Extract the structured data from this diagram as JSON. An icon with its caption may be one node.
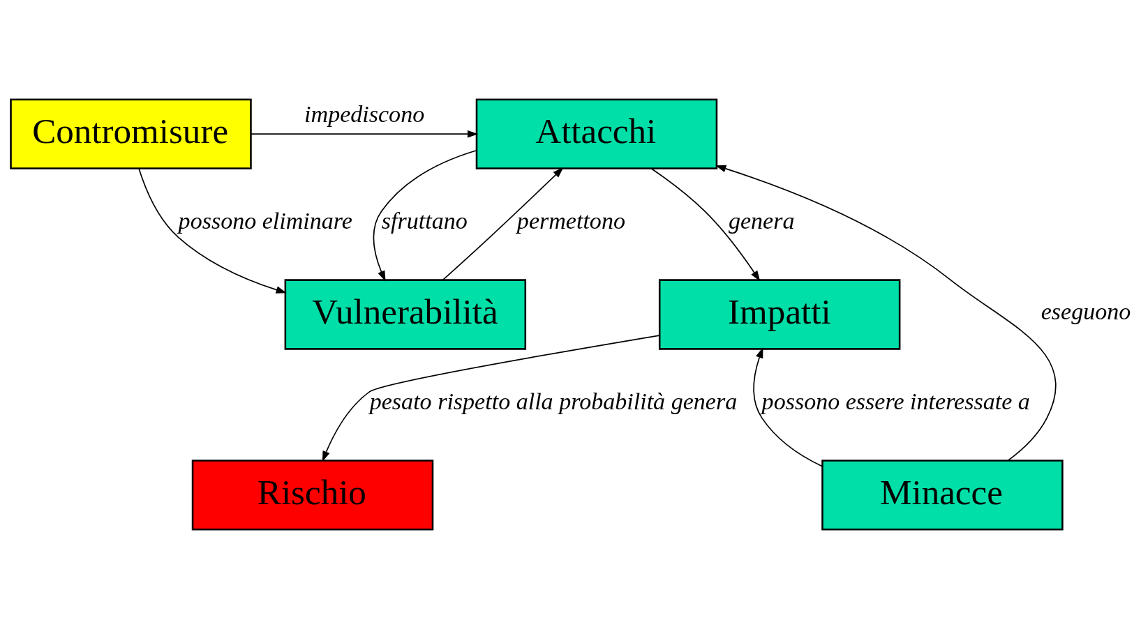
{
  "diagram": {
    "nodes": [
      {
        "text": [
          "Contromisure"
        ]
      },
      {
        "text": [
          "Attacchi"
        ]
      },
      {
        "text": [
          "Vulnerabilità"
        ]
      },
      {
        "text": [
          "Impatti"
        ]
      },
      {
        "text": [
          "Minacce"
        ]
      },
      {
        "text": [
          "Rischio"
        ]
      }
    ],
    "edges": [
      {
        "from": 0,
        "to": 1,
        "arrow": "to",
        "label": "impediscono"
      },
      {
        "from": 0,
        "to": 2,
        "arrow": "to",
        "label": "possono eliminare"
      },
      {
        "from": 2,
        "to": 1,
        "arrow": "to",
        "label": "permettono"
      },
      {
        "from": 1,
        "to": 2,
        "arrow": "to",
        "label": "sfruttano"
      },
      {
        "from": 1,
        "to": 3,
        "arrow": "to",
        "label": "genera"
      },
      {
        "from": 4,
        "to": 1,
        "arrow": "to",
        "label": "eseguono"
      },
      {
        "from": 4,
        "to": 3,
        "arrow": "to",
        "label": "possono essere interessate a"
      },
      {
        "from": 3,
        "to": 5,
        "arrow": "to",
        "label": "pesato rispetto alla probabilità genera"
      }
    ]
  }
}
